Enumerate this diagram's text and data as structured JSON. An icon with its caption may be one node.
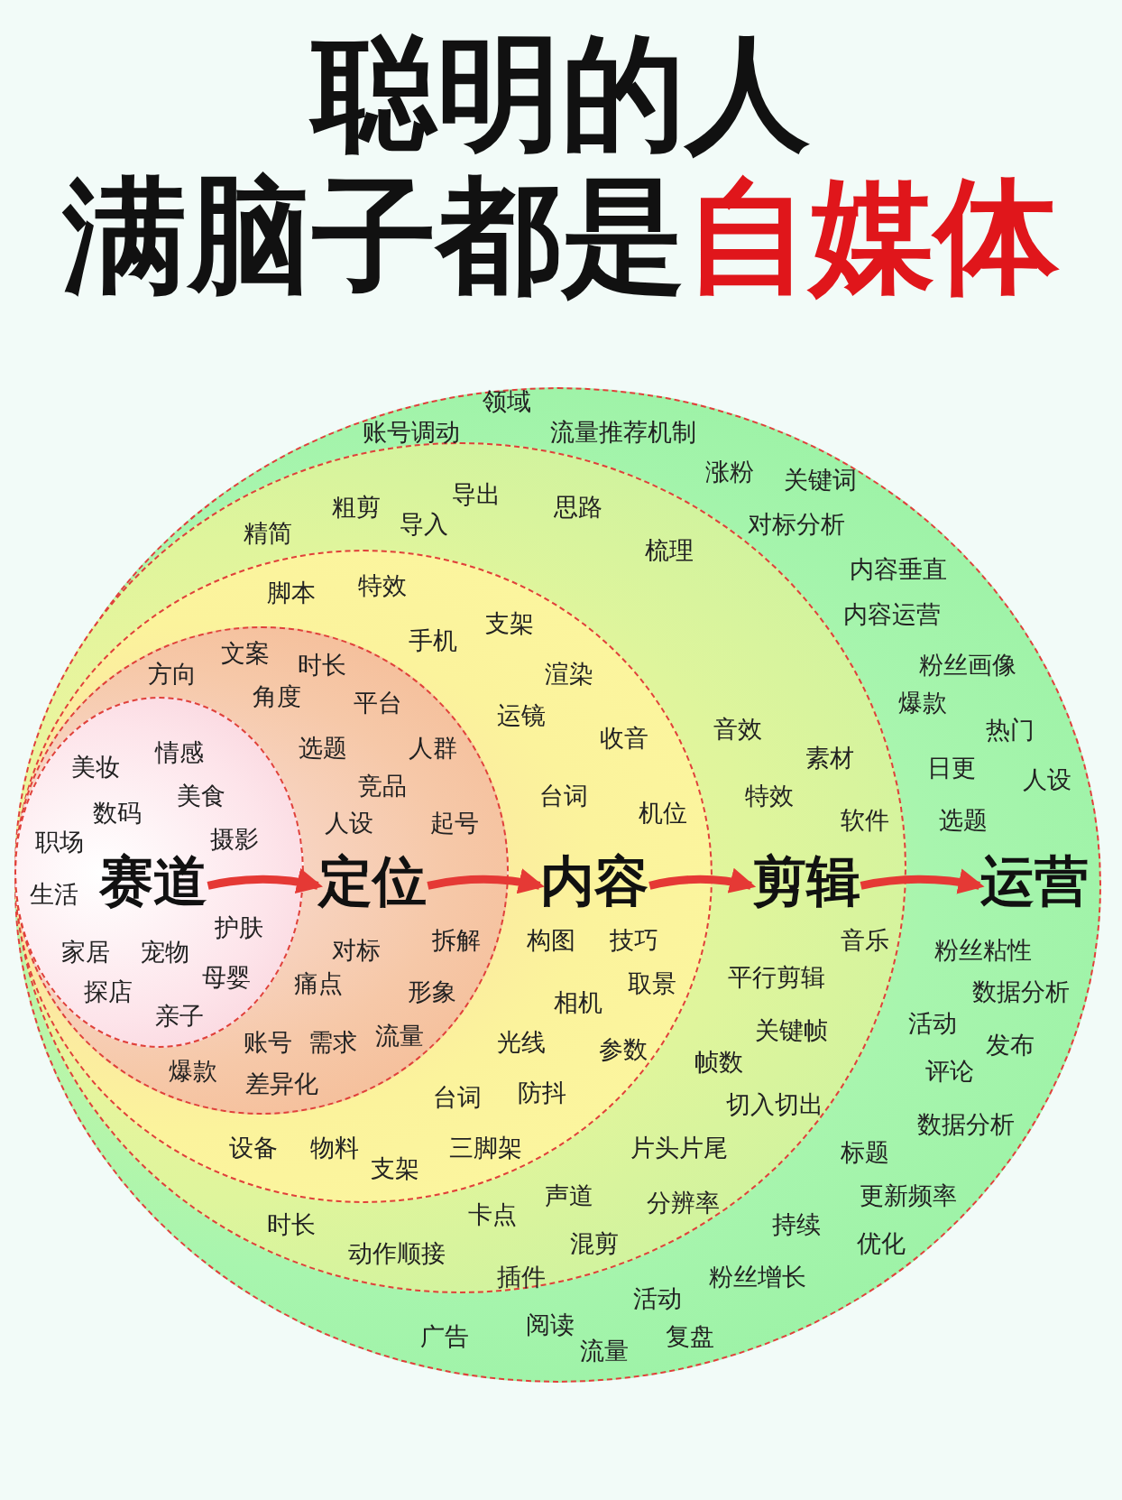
{
  "diagram": {
    "title": "聪明的人满脑子都是自媒体",
    "nodes": [
      {
        "text": [],
        "shape": "circle"
      },
      {
        "text": [],
        "shape": "circle",
        "in": 0
      },
      {
        "text": [],
        "shape": "circle",
        "in": 1
      },
      {
        "text": [],
        "shape": "circle",
        "in": 2
      },
      {
        "text": [],
        "shape": "circle",
        "in": 3
      },
      {
        "text": [
          "赛道"
        ],
        "in": 4
      },
      {
        "text": [
          "定位"
        ],
        "in": 3
      },
      {
        "text": [
          "内容"
        ],
        "in": 2
      },
      {
        "text": [
          "剪辑"
        ],
        "in": 1
      },
      {
        "text": [
          "运营"
        ],
        "in": 0
      }
    ],
    "edges": [
      {
        "from": 5,
        "to": 6,
        "arrow": "to"
      },
      {
        "from": 6,
        "to": 7,
        "arrow": "to"
      },
      {
        "from": 7,
        "to": 8,
        "arrow": "to"
      },
      {
        "from": 8,
        "to": 9,
        "arrow": "to"
      }
    ],
    "labels": [
      "领域",
      "账号调动",
      "流量推荐机制",
      "涨粉",
      "关键词",
      "对标分析",
      "内容垂直",
      "内容运营",
      "粉丝画像",
      "爆款",
      "热门",
      "日更",
      "人设",
      "选题",
      "粉丝粘性",
      "数据分析",
      "活动",
      "发布",
      "评论",
      "数据分析",
      "标题",
      "更新频率",
      "持续",
      "优化",
      "粉丝增长",
      "活动",
      "广告",
      "阅读",
      "流量",
      "复盘",
      "精简",
      "粗剪",
      "导出",
      "导入",
      "思路",
      "梳理",
      "音效",
      "素材",
      "特效",
      "软件",
      "音乐",
      "平行剪辑",
      "关键帧",
      "帧数",
      "切入切出",
      "片头片尾",
      "声道",
      "分辨率",
      "时长",
      "卡点",
      "动作顺接",
      "混剪",
      "插件",
      "脚本",
      "特效",
      "手机",
      "支架",
      "渲染",
      "运镜",
      "收音",
      "台词",
      "机位",
      "构图",
      "技巧",
      "取景",
      "相机",
      "光线",
      "参数",
      "台词",
      "防抖",
      "设备",
      "物料",
      "三脚架",
      "支架",
      "文案",
      "方向",
      "时长",
      "角度",
      "平台",
      "选题",
      "人群",
      "竞品",
      "人设",
      "起号",
      "对标",
      "拆解",
      "痛点",
      "形象",
      "账号",
      "需求",
      "流量",
      "爆款",
      "差异化",
      "美妆",
      "情感",
      "美食",
      "数码",
      "职场",
      "摄影",
      "生活",
      "护肤",
      "家居",
      "宠物",
      "母婴",
      "探店",
      "亲子"
    ]
  }
}
